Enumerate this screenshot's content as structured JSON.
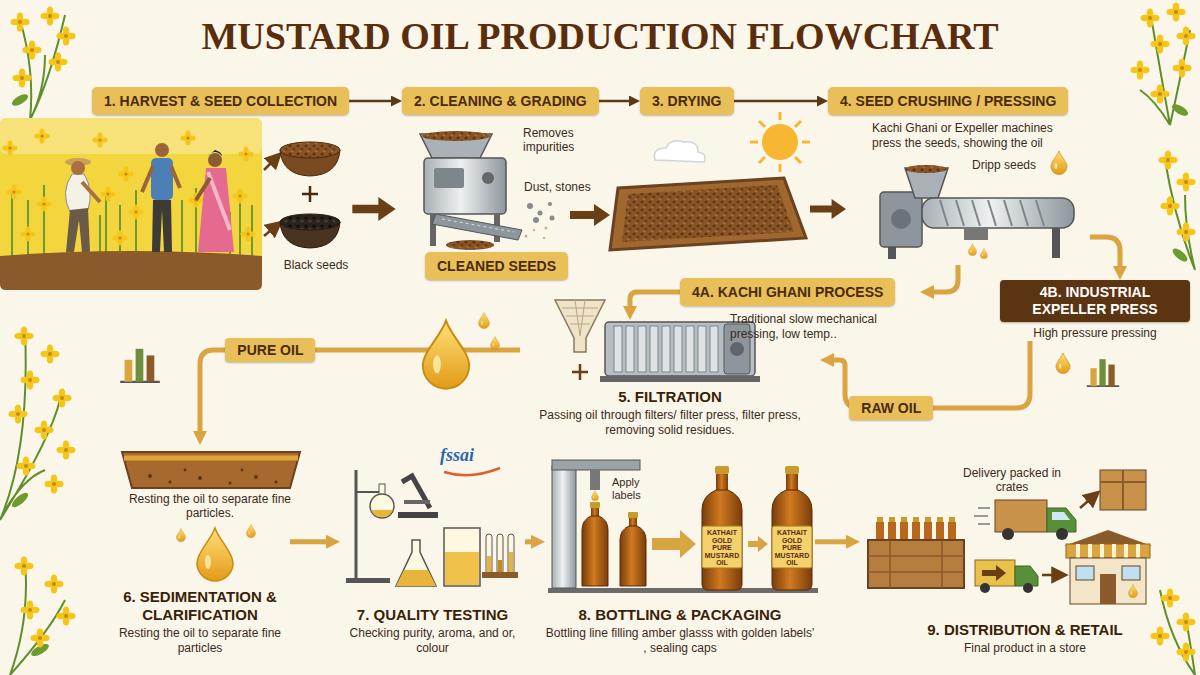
{
  "diagram": {
    "title": "MUSTARD OIL PRODUCTION FLOWCHART",
    "nodes": [
      {
        "text": [
          "1. HARVEST & SEED COLLECTION"
        ]
      },
      {
        "text": [
          "2. CLEANING & GRADING"
        ]
      },
      {
        "text": [
          "3. DRYING"
        ]
      },
      {
        "text": [
          "4. SEED CRUSHING / PRESSING",
          "Kachi Ghani or Expeller machines press the seeds, showing the oil"
        ]
      },
      {
        "text": [
          "CLEANED SEEDS"
        ]
      },
      {
        "text": [
          "4A. KACHI GHANI PROCESS",
          "Traditional slow mechanical pressing, low temp.."
        ]
      },
      {
        "text": [
          "4B. INDUSTRIAL EXPELLER PRESS",
          "High pressure pressing"
        ]
      },
      {
        "text": [
          "5. FILTRATION",
          "Passing oil through filters/ filter press, filter press, removing solid residues."
        ]
      },
      {
        "text": [
          "6. SEDIMENTATION & CLARIFICATION",
          "Resting the oil to separate fine particles"
        ]
      },
      {
        "text": [
          "7. QUALITY TESTING",
          "Checking purity, aroma, and or, colour"
        ]
      },
      {
        "text": [
          "8. BOTTLING & PACKAGING",
          "Bottling line filling amber glasss with golden labels' , sealing caps"
        ]
      },
      {
        "text": [
          "9. DISTRIBUTION & RETAIL",
          "Final product in a store"
        ]
      }
    ],
    "edges": [
      {
        "from": 0,
        "to": 1,
        "arrow": "to"
      },
      {
        "from": 1,
        "to": 2,
        "arrow": "to"
      },
      {
        "from": 2,
        "to": 3,
        "arrow": "to"
      },
      {
        "from": 3,
        "to": 5,
        "arrow": "to"
      },
      {
        "from": 3,
        "to": 6,
        "arrow": "to"
      },
      {
        "from": 5,
        "to": 7,
        "arrow": "to"
      },
      {
        "from": 6,
        "to": 7,
        "label": "RAW OIL",
        "arrow": "to"
      },
      {
        "from": 7,
        "to": 8,
        "label": "PURE OIL",
        "arrow": "to"
      },
      {
        "from": 8,
        "to": 9,
        "arrow": "to"
      },
      {
        "from": 9,
        "to": 10,
        "arrow": "to"
      },
      {
        "from": 10,
        "to": 11,
        "arrow": "to"
      }
    ],
    "labels": [
      "Black seeds",
      "Removes impurities",
      "Dust, stones",
      "Dripp seeds",
      "Resting the oil to separate fine particles.",
      "fssai",
      "Apply labels",
      "KATHAIT GOLD PURE MUSTARD OIL",
      "KATHAIT GOLD PURE MUSTARD OIL",
      "Delivery packed in crates"
    ]
  }
}
